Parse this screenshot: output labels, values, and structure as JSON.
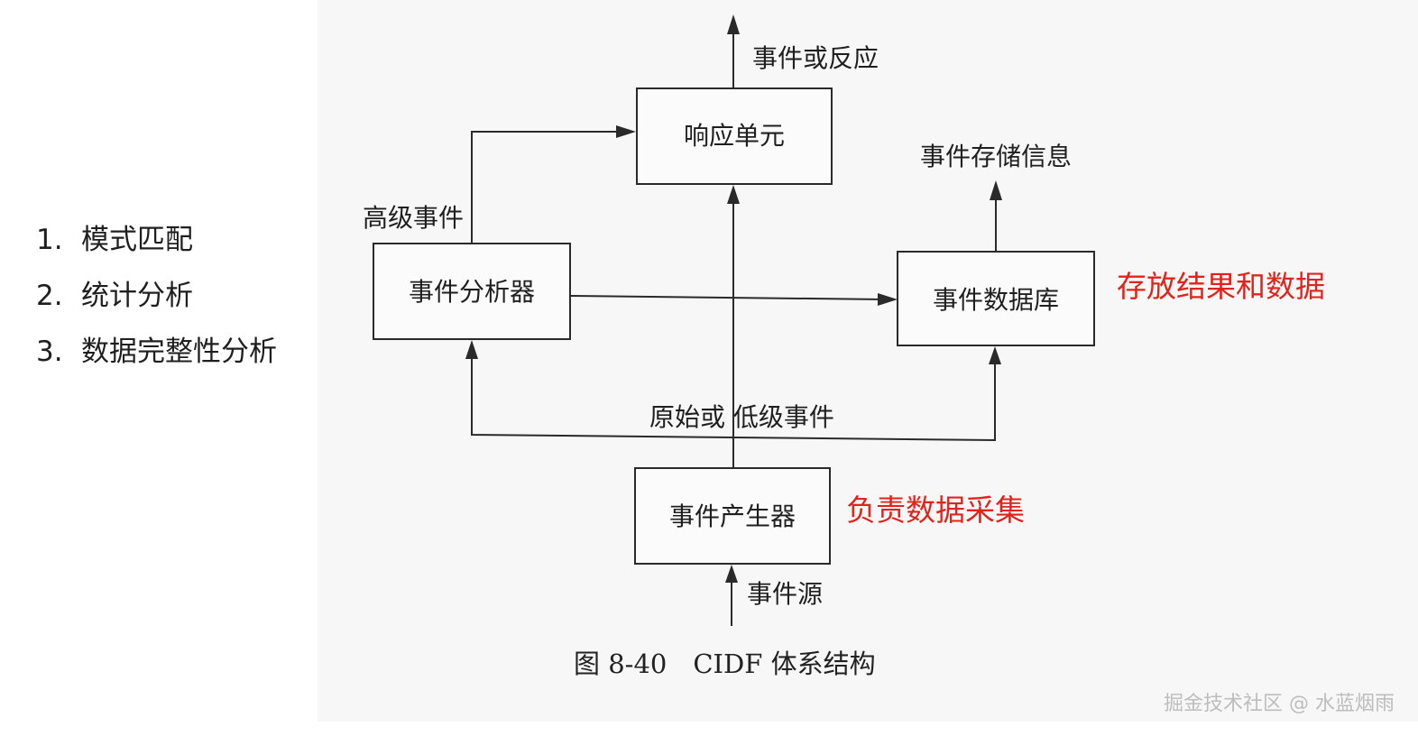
{
  "list": [
    {
      "num": "1.",
      "text": "模式匹配"
    },
    {
      "num": "2.",
      "text": "统计分析"
    },
    {
      "num": "3.",
      "text": "数据完整性分析"
    }
  ],
  "diagram": {
    "boxes": {
      "response_unit": "响应单元",
      "event_analyzer": "事件分析器",
      "event_database": "事件数据库",
      "event_generator": "事件产生器"
    },
    "labels": {
      "event_or_response": "事件或反应",
      "event_storage_info": "事件存储信息",
      "high_level_event": "高级事件",
      "raw_or_low_level_event": "原始或 低级事件",
      "event_source": "事件源"
    },
    "annotations": {
      "store_results": "存放结果和数据",
      "collect_data": "负责数据采集"
    },
    "caption": "图 8-40　CIDF 体系结构"
  },
  "watermark": "掘金技术社区 @ 水蓝烟雨",
  "colors": {
    "annotation": "#e0241c",
    "line": "#2a2a2a"
  }
}
